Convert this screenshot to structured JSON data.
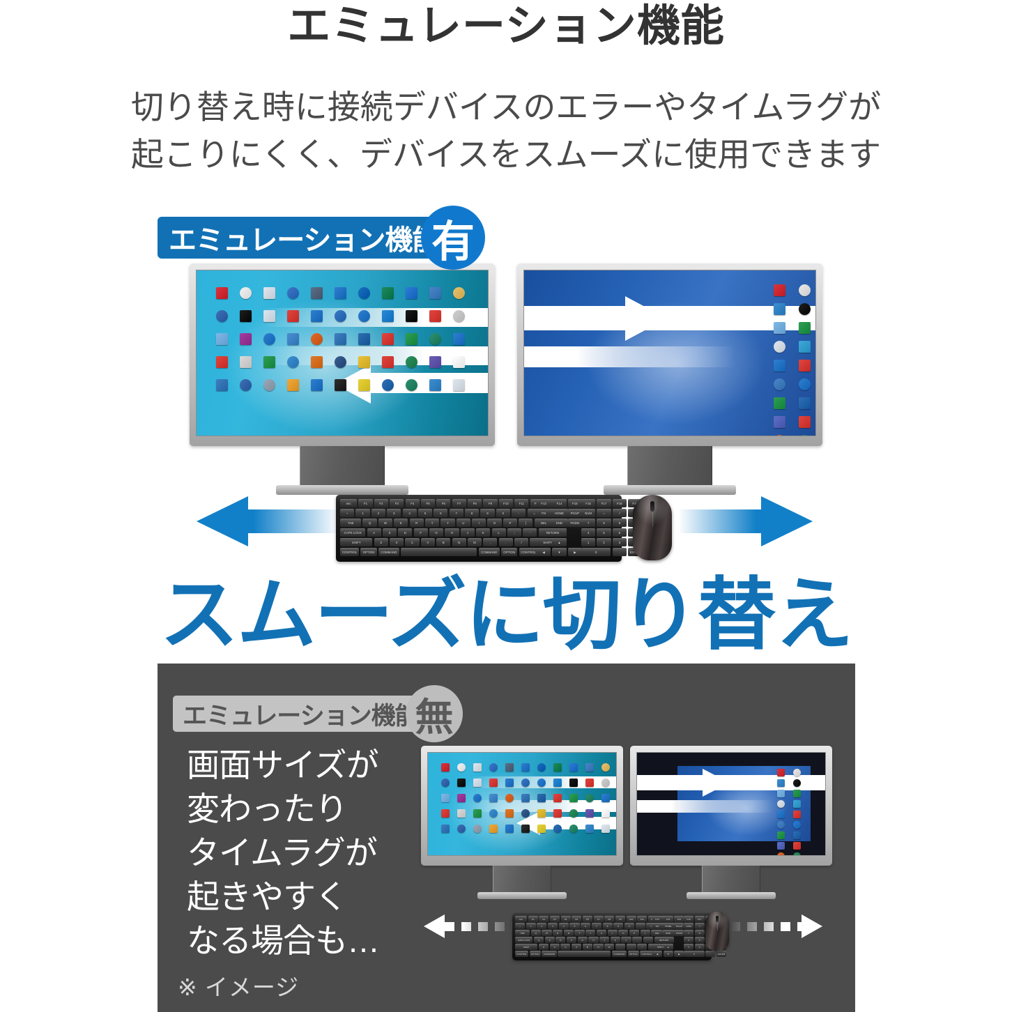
{
  "header": {
    "title": "エミュレーション機能",
    "subtitle_lines": [
      "切り替え時に接続デバイスのエラーやタイムラグが",
      "起こりにくく、デバイスをスムーズに使用できます"
    ]
  },
  "colors": {
    "brand_blue": "#1271b5",
    "circle_blue": "#1179cd",
    "panel_gray": "#4b4b4b",
    "badge_gray": "#c3c3c3",
    "title_gray": "#333333"
  },
  "badge_yes": {
    "label": "エミュレーション機能",
    "mark": "有"
  },
  "badge_no": {
    "label": "エミュレーション機能",
    "mark": "無"
  },
  "slogan": "スムーズに切り替え",
  "gray_section": {
    "copy_lines": [
      "画面サイズが",
      "変わったり",
      "タイムラグが",
      "起きやすく",
      "なる場合も…"
    ],
    "note": "※ イメージ"
  },
  "keyboard": {
    "rows": [
      [
        "esc",
        "F1",
        "F2",
        "F3",
        "F4",
        "F5",
        "F6",
        "F7",
        "F8",
        "F9",
        "F10",
        "F11",
        "F12",
        "⏻"
      ],
      [
        "~",
        "1",
        "2",
        "3",
        "4",
        "5",
        "6",
        "7",
        "8",
        "9",
        "0",
        "-",
        "=",
        "DEL"
      ],
      [
        "TAB",
        "Q",
        "W",
        "E",
        "R",
        "T",
        "Y",
        "U",
        "I",
        "O",
        "P",
        "[",
        "]",
        "\\"
      ],
      [
        "CAPS LOCK",
        "A",
        "S",
        "D",
        "F",
        "G",
        "H",
        "J",
        "K",
        "L",
        ";",
        "'",
        "RETURN"
      ],
      [
        "SHIFT",
        "Z",
        "X",
        "C",
        "V",
        "B",
        "N",
        "M",
        ",",
        ".",
        "/",
        "SHIFT"
      ],
      [
        "CONTROL",
        "OPTION",
        "COMMAND",
        "",
        "COMMAND",
        "OPTION",
        "CONTROL"
      ]
    ],
    "nav_cluster": [
      [
        "F13",
        "F14",
        "F15"
      ],
      [
        "FN",
        "HOME",
        "PGUP"
      ],
      [
        "DEL",
        "END",
        "PGDN"
      ]
    ],
    "numpad": [
      [
        "F16",
        "F17",
        "F18",
        "F19"
      ],
      [
        "NUM",
        "=",
        "/",
        "*"
      ],
      [
        "7",
        "8",
        "9",
        "-"
      ],
      [
        "4",
        "5",
        "6",
        "+"
      ],
      [
        "1",
        "2",
        "3",
        ""
      ],
      [
        "0",
        ".",
        "ENTER"
      ]
    ]
  },
  "monitor_yes_left": {
    "desktop_style": "teal",
    "arrow_direction": "left",
    "icon_grid": {
      "cols": 11,
      "rows": 5
    }
  },
  "monitor_yes_right": {
    "desktop_style": "blue",
    "arrow_direction": "right",
    "icon_grid": {
      "cols": 2,
      "rows": 9
    }
  },
  "monitor_no_left": {
    "desktop_style": "teal",
    "arrow_direction": "left",
    "icon_grid": {
      "cols": 11,
      "rows": 5
    }
  },
  "monitor_no_right": {
    "desktop_style": "blue-inset",
    "arrow_direction": "right",
    "icon_grid": {
      "cols": 2,
      "rows": 9
    }
  },
  "icon_palette_teal": [
    "#d8353f",
    "#f2f2f2",
    "#dfe6ee",
    "#3d78c8",
    "#5d6f86",
    "#2f7fd0",
    "#1a6fbf",
    "#1f8a5e",
    "#2d7cd6",
    "#4a86c8",
    "#e8c26a",
    "#3f6fb5",
    "#1f1f1f",
    "#dce6f0",
    "#e0453f",
    "#2f7fd0",
    "#3878c4",
    "#2f7fd0",
    "#2a8ad8",
    "#1b1b1b",
    "#e0453f",
    "#cfcfcf",
    "#7fb9e8",
    "#a33fa0",
    "#2f7fd0",
    "#4a8fd0",
    "#e06a2a",
    "#3f7fc0",
    "#2f6fb0",
    "#e0453f",
    "#2f9e55",
    "#2f8f6f",
    "#2f7fd0",
    "#e0453f",
    "#dadada",
    "#2f9e55",
    "#3f8fd0",
    "#e07a2a",
    "#3a5f8f",
    "#e8c23a",
    "#e0453f",
    "#2f8f5f",
    "#6a5fb5",
    "#ffffff",
    "#3f7fc0",
    "#3f6fb5",
    "#9aa8b8",
    "#f0a83a",
    "#2f7fd0",
    "#2f2f2f",
    "#e8d23a",
    "#2f6fb5",
    "#2f8f6f",
    "#3f8fd0",
    "#dfe6ee"
  ],
  "icon_palette_blue": [
    "#d8353f",
    "#e8e8e8",
    "#3f8fd0",
    "#1f1f1f",
    "#7fb9e8",
    "#2f9e55",
    "#dfe6ee",
    "#3fa8d8",
    "#2f7fd0",
    "#e0453f",
    "#4a86c8",
    "#2f7fd0",
    "#2f9e55",
    "#2f6fb5",
    "#5f6fc5",
    "#e0453f",
    "#e06a2a",
    "#2f8f5f"
  ],
  "big_arrows": {
    "left_direction": "left",
    "right_direction": "right",
    "color": "#1280c8"
  },
  "dashed_arrows": {
    "left_direction": "left",
    "right_direction": "right",
    "color": "#ffffff"
  }
}
